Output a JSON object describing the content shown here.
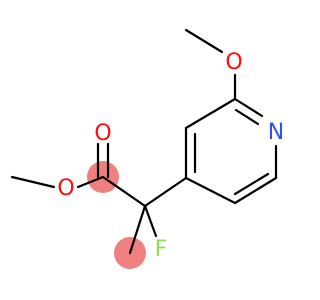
{
  "atoms": {
    "O1": {
      "label": "O",
      "color": "#ff0d0d"
    },
    "O2": {
      "label": "O",
      "color": "#ff0d0d"
    },
    "O3": {
      "label": "O",
      "color": "#ff0d0d"
    },
    "N1": {
      "label": "N",
      "color": "#3050f8"
    },
    "F1": {
      "label": "F",
      "color": "#90e050"
    }
  },
  "highlight_color": "#f08080",
  "bond_color": "#000000"
}
